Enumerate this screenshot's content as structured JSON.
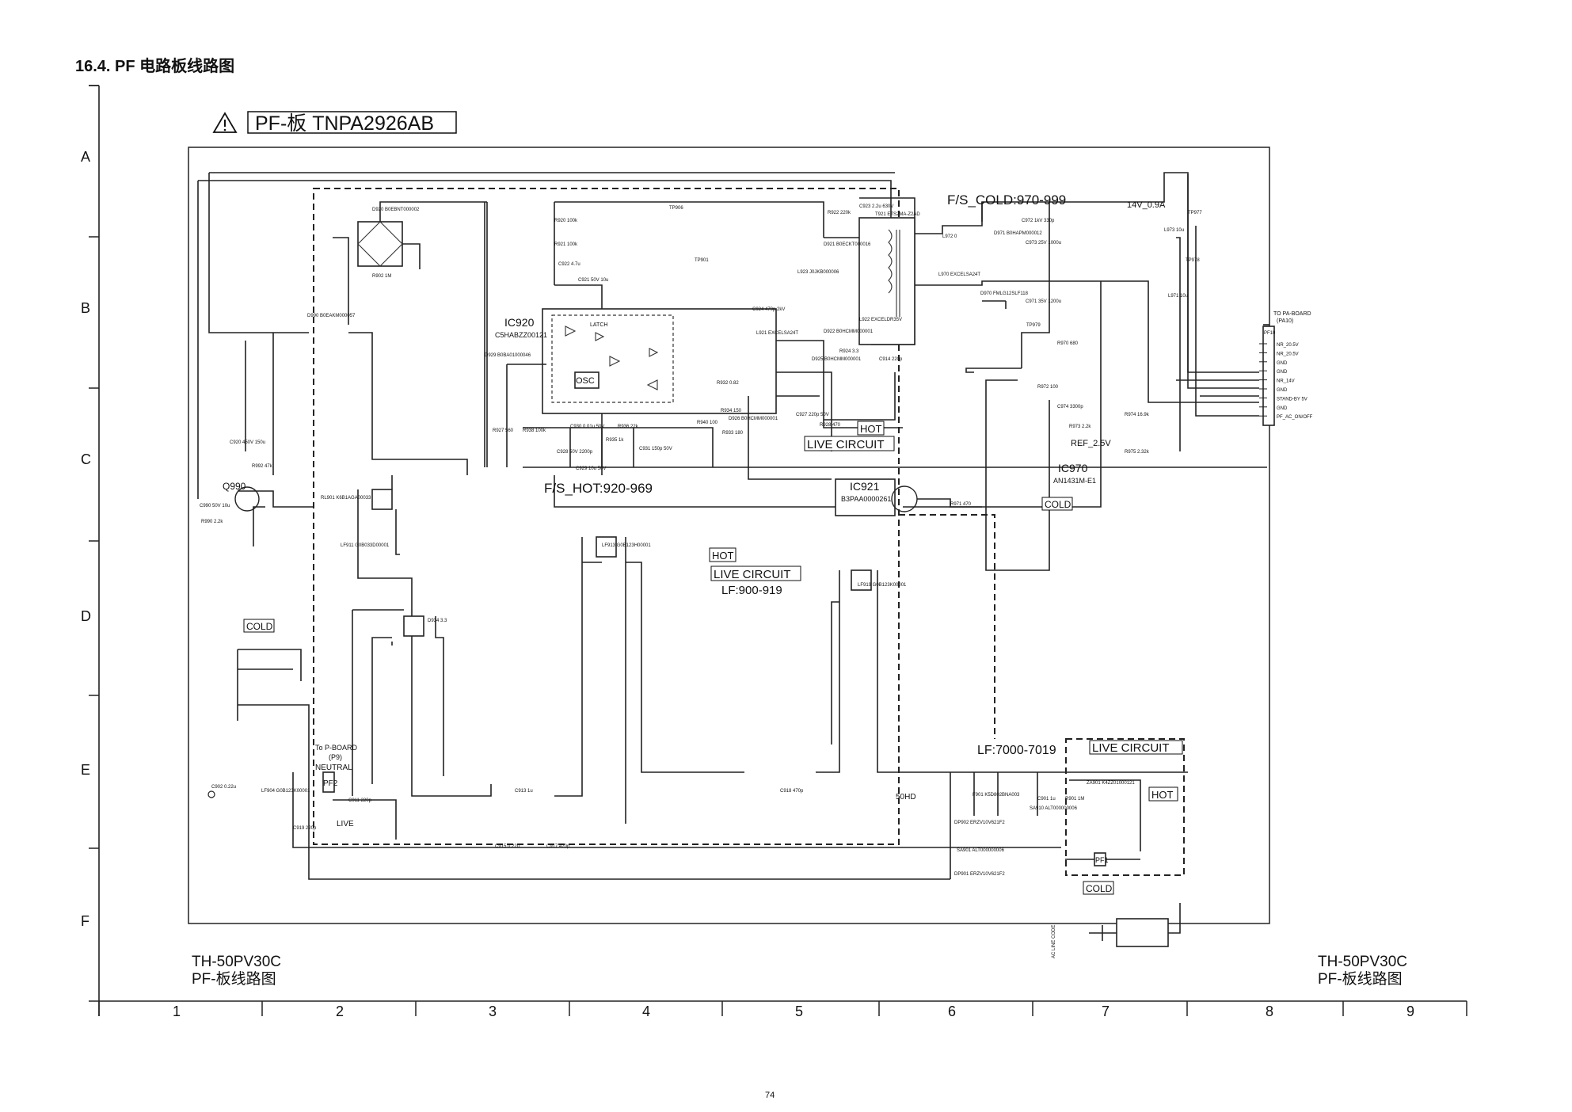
{
  "section_title": "16.4. PF 电路板线路图",
  "board_title": "PF-板 TNPA2926AB",
  "rows": [
    "A",
    "B",
    "C",
    "D",
    "E",
    "F"
  ],
  "columns": [
    "1",
    "2",
    "3",
    "4",
    "5",
    "6",
    "7",
    "8",
    "9"
  ],
  "labels": {
    "fs_cold": "F/S_COLD:970-999",
    "output_rating": "14V_0.9A",
    "ic920": "IC920",
    "ic920_part": "C5HABZZ00121",
    "fs_hot": "F/S_HOT:920-969",
    "ic921": "IC921",
    "ic921_part": "B3PAA0000261",
    "ic970": "IC970",
    "ic970_part": "AN1431M-E1",
    "ref": "REF_2.5V",
    "hot1": "HOT",
    "live1": "LIVE CIRCUIT",
    "hot2": "HOT",
    "live2": "LIVE CIRCUIT",
    "lf900": "LF:900-919",
    "cold1": "COLD",
    "cold2": "COLD",
    "cold3": "COLD",
    "lf7000": "LF:7000-7019",
    "live3": "LIVE CIRCUIT",
    "hot3": "HOT",
    "q990": "Q990",
    "hd50": "50HD",
    "to_pboard": "To P-BOARD",
    "p9": "(P9)",
    "neutral": "NEUTRAL",
    "live": "LIVE",
    "pf2": "PF2",
    "pf1": "PF1",
    "to_paboard": "TO PA-BOARD",
    "pa10": "(PA10)",
    "pf10": "PF10",
    "osc": "OSC",
    "latch": "LATCH",
    "tp977": "TP977",
    "tp978": "TP978",
    "tp979": "TP979",
    "tp906": "TP906",
    "tp901": "TP901",
    "ac_line": "AC LINE CODE"
  },
  "connector_pins": [
    "NR_20.5V",
    "NR_20.5V",
    "GND",
    "GND",
    "NR_14V",
    "GND",
    "STAND-BY 5V",
    "GND",
    "PF_AC_ON/OFF"
  ],
  "components": [
    "D920 B0EBNT000002",
    "R920 100k",
    "R921 100k",
    "C922 4.7u",
    "C921 50V 10u",
    "L923 J0JKB000006",
    "D921 B0ECKT000016",
    "C923 2.2u 630V",
    "R922 220k",
    "T921 ETS2MA-Z2AD",
    "L972 0",
    "D971 B0HAPM000012",
    "C972 1kV 330p",
    "C973 25V 1000u",
    "L973 10u",
    "L970 EXCELSA24T",
    "D970 FMLG12SLF118",
    "C971 35V 1200u",
    "L971 10u",
    "R970 680",
    "R972 100",
    "C974 3300p",
    "R973 2.2k",
    "R974 16.9k",
    "R975 2.32k",
    "R971 470",
    "C924 470p 2kV",
    "L921 EXCELSA24T",
    "D922 B0HCMM000001",
    "R924 3.3",
    "L922 EXCELDR35V",
    "D925 B0HCMM000001",
    "C914 220p",
    "R932 0.82",
    "R934 150",
    "R933 180",
    "R940 100",
    "D926 B0HCMM000001",
    "C927 220p 50V",
    "R928 470",
    "R927 560",
    "R938 100k",
    "C930 0.01u 50V",
    "R936 22k",
    "R935 1k",
    "C928 50V 2200p",
    "C929 10u 50V",
    "C931 150p 50V",
    "D929 B0BA01000046",
    "C920 450V 150u",
    "C990 50V 10u",
    "R990 2.2k",
    "R992 47k",
    "D990 B0EAKM000057",
    "RL901 K6B1AGA00033",
    "LF911 G0B033D00001",
    "D934 3.3",
    "LF913 G0B123H00001",
    "LF919 G0B123K00001",
    "LF904 G0B123K00001",
    "C919 220p",
    "C911 220p",
    "C913 1u",
    "C915 0.22u",
    "C917 470p",
    "C918 470p",
    "C902 0.22u",
    "ZA901 K4ZZ01000121",
    "F901 K5D802BNA003",
    "DP901 ERZV10V621F2",
    "DP902 ERZV10V621F2",
    "SA901 ALT000000006",
    "SA910 ALT000000006",
    "C901 1u",
    "R901 1M",
    "R902 1M"
  ],
  "page_number": "74",
  "model_left": "TH-50PV30C",
  "model_left_sub": "PF-板线路图",
  "model_right": "TH-50PV30C",
  "model_right_sub": "PF-板线路图"
}
